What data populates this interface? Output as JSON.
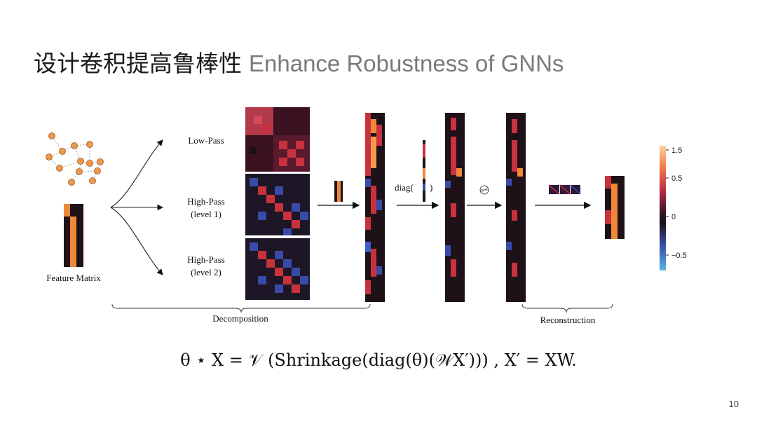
{
  "slide": {
    "title_cn": "设计卷积提高鲁棒性",
    "title_en": "Enhance Robustness of GNNs",
    "page_number": "10"
  },
  "diagram": {
    "feature_matrix_label": "Feature Matrix",
    "low_pass_label": "Low-Pass",
    "high_pass_1_label": "High-Pass\n(level 1)",
    "high_pass_2_label": "High-Pass\n(level 2)",
    "diag_label": "diag(",
    "diag_close": ")",
    "decomposition_label": "Decomposition",
    "reconstruction_label": "Reconstruction",
    "colorbar_ticks": [
      "1.5",
      "0.5",
      "0",
      "−0.5"
    ],
    "colors": {
      "orange": "#f0883a",
      "red": "#c8323c",
      "purple": "#5a3f8a",
      "blue": "#3a5ccc",
      "dark": "#1e1218",
      "node": "#f0984a"
    }
  },
  "formula": {
    "lhs": "θ ⋆ X = 𝒱 (Shrinkage(diag(θ)(𝒲X′))) ,  X′ = XW."
  }
}
